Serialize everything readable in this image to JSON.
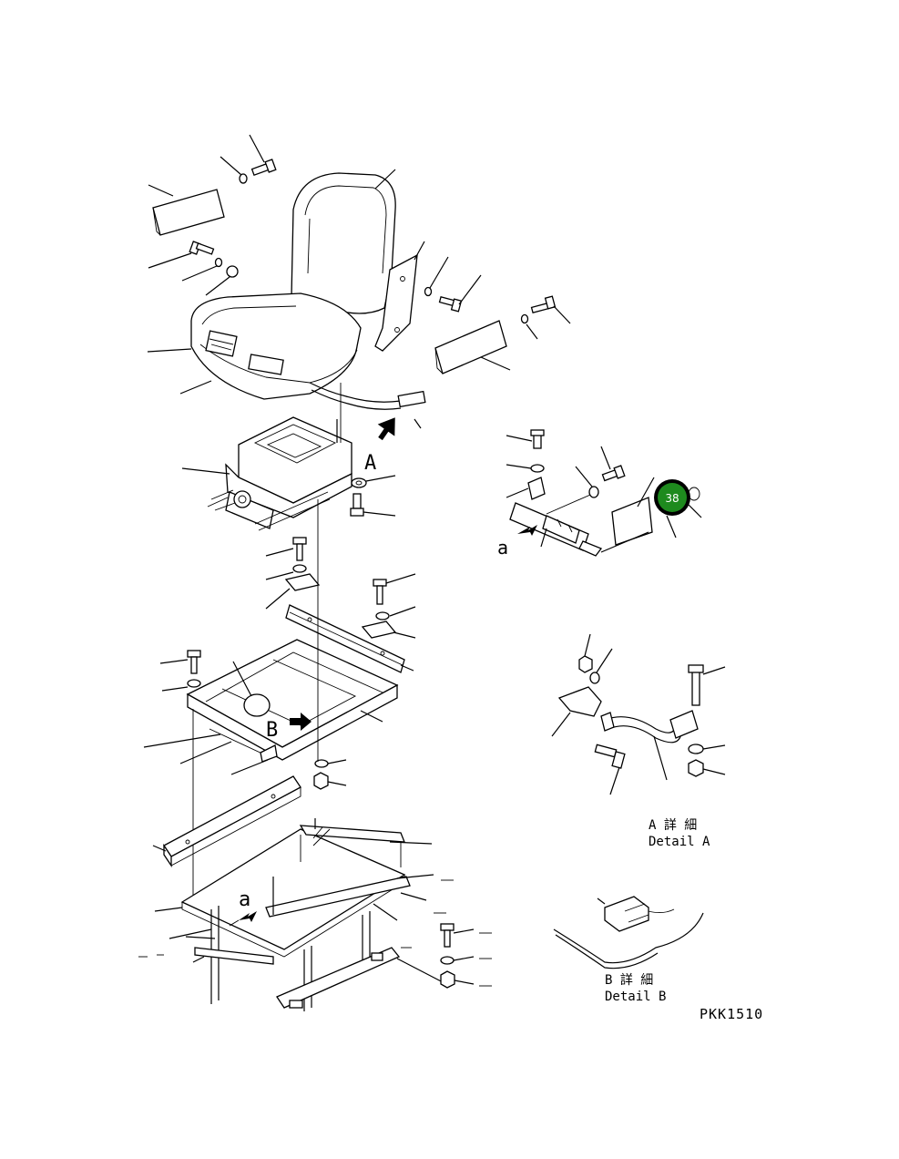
{
  "labels": {
    "view_a_letter": "A",
    "view_b_letter": "B",
    "arrow_a_upper": "a",
    "arrow_a_lower": "a",
    "callout_number": "38",
    "detail_a_jp": "A 詳 細",
    "detail_a_en": "Detail A",
    "detail_b_jp": "B 詳 細",
    "detail_b_en": "Detail B",
    "drawing_code": "PKK1510"
  },
  "colors": {
    "callout_fill": "#1e8a1e",
    "callout_ring": "#000000",
    "callout_text": "#ffffff",
    "line": "#000000",
    "background": "#ffffff"
  }
}
